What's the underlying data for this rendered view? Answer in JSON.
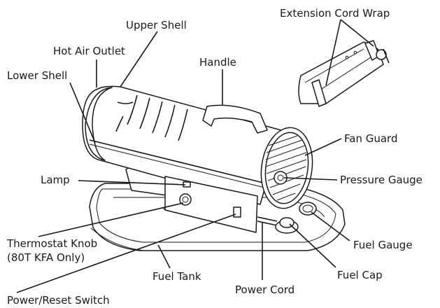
{
  "labels": {
    "extension_cord_wrap": "Extension Cord Wrap",
    "upper_shell": "Upper Shell",
    "hot_air_outlet": "Hot Air Outlet",
    "lower_shell": "Lower Shell",
    "handle": "Handle",
    "fan_guard": "Fan Guard",
    "lamp": "Lamp",
    "pressure_gauge": "Pressure Gauge",
    "thermostat_knob": "Thermostat Knob",
    "thermostat_knob_note": "(80T KFA Only)",
    "fuel_gauge": "Fuel Gauge",
    "fuel_tank": "Fuel Tank",
    "fuel_cap": "Fuel Cap",
    "power_reset_switch": "Power/Reset Switch",
    "power_cord": "Power Cord"
  }
}
